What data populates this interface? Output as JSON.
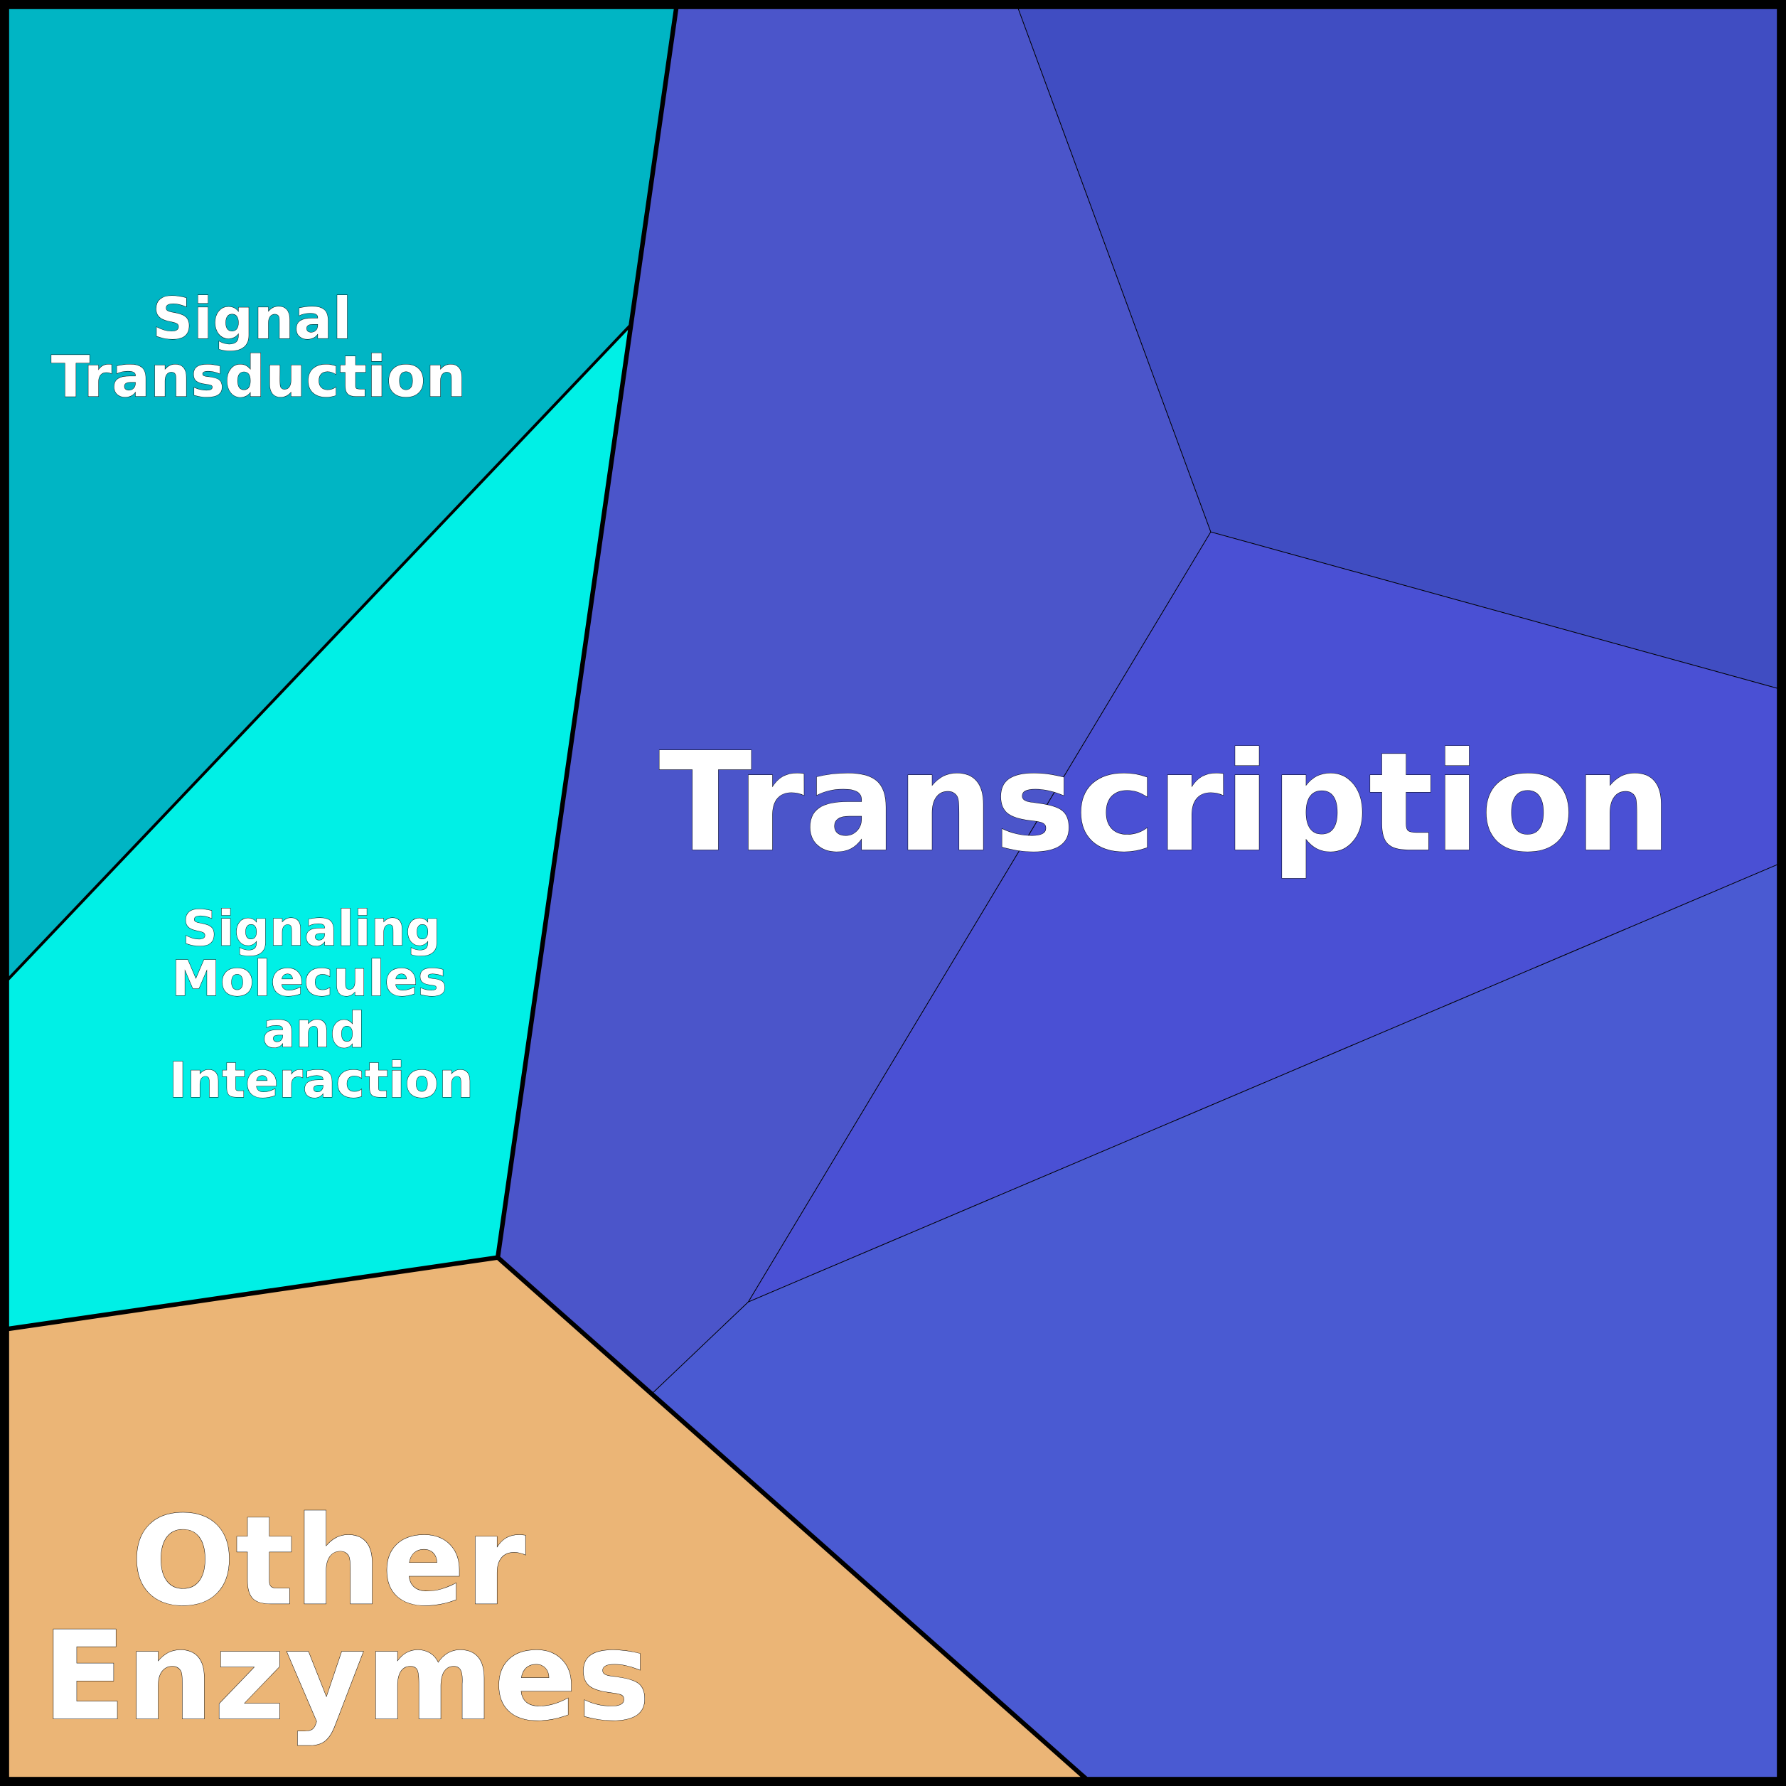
{
  "chart_data": {
    "type": "voronoi-treemap",
    "groups": [
      {
        "name": "Signal Transduction",
        "lines": [
          "Signal",
          "Transduction"
        ],
        "color": "#00B5C4"
      },
      {
        "name": "Signaling Molecules and Interaction",
        "lines": [
          "Signaling",
          "Molecules",
          "and",
          "Interaction"
        ],
        "color": "#00F0E6"
      },
      {
        "name": "Other Enzymes",
        "lines": [
          "Other",
          "Enzymes"
        ],
        "color": "#EBB576"
      },
      {
        "name": "Transcription",
        "lines": [
          "Transcription"
        ],
        "color": "#4A55CC",
        "subcells": [
          "#4B55CA",
          "#404DC2",
          "#4A50D4",
          "#4A5AD2"
        ]
      }
    ]
  }
}
